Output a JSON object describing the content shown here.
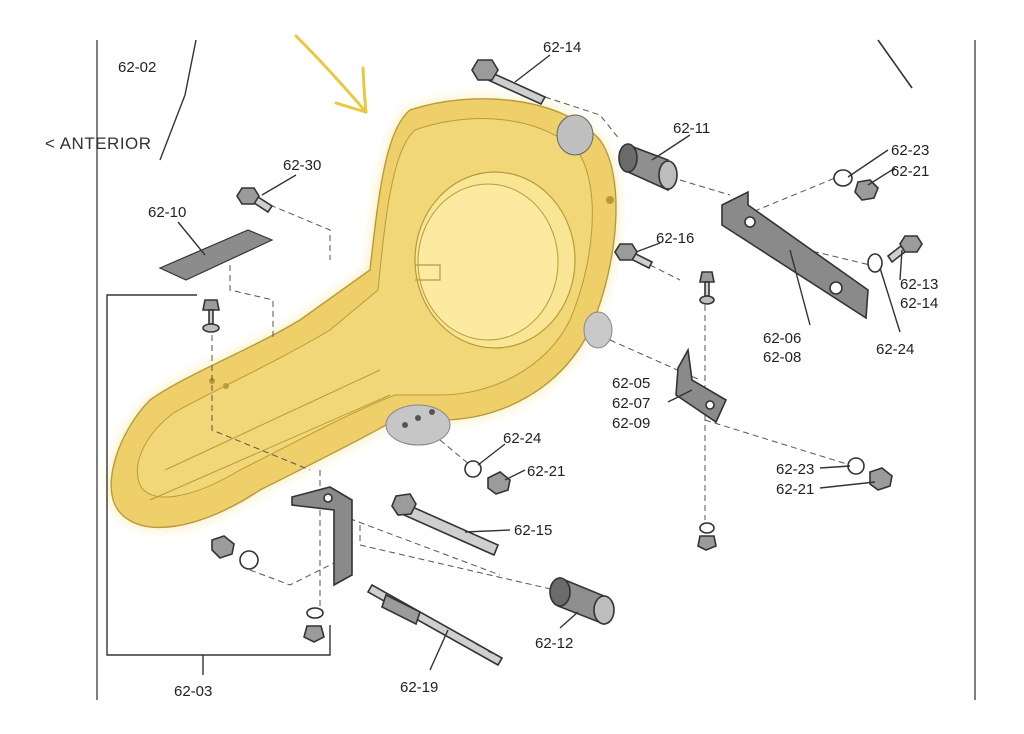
{
  "direction_label": "< ANTERIOR",
  "colors": {
    "highlight": "#f0d26a",
    "highlight_glow": "#f7e69e",
    "arrow": "#e8c840",
    "line": "#333333",
    "part_gray": "#8a8a8a",
    "part_dark": "#555555"
  },
  "callouts": {
    "c62_02": "62-02",
    "c62_14_top": "62-14",
    "c62_11": "62-11",
    "c62_30": "62-30",
    "c62_10": "62-10",
    "c62_16": "62-16",
    "c62_23_top": "62-23",
    "c62_21_top": "62-21",
    "c62_13": "62-13",
    "c62_14_right": "62-14",
    "c62_06": "62-06",
    "c62_08": "62-08",
    "c62_24_right": "62-24",
    "c62_05": "62-05",
    "c62_07": "62-07",
    "c62_09": "62-09",
    "c62_24_mid": "62-24",
    "c62_21_mid": "62-21",
    "c62_23_bot": "62-23",
    "c62_21_bot": "62-21",
    "c62_15": "62-15",
    "c62_12": "62-12",
    "c62_19": "62-19",
    "c62_03": "62-03"
  }
}
